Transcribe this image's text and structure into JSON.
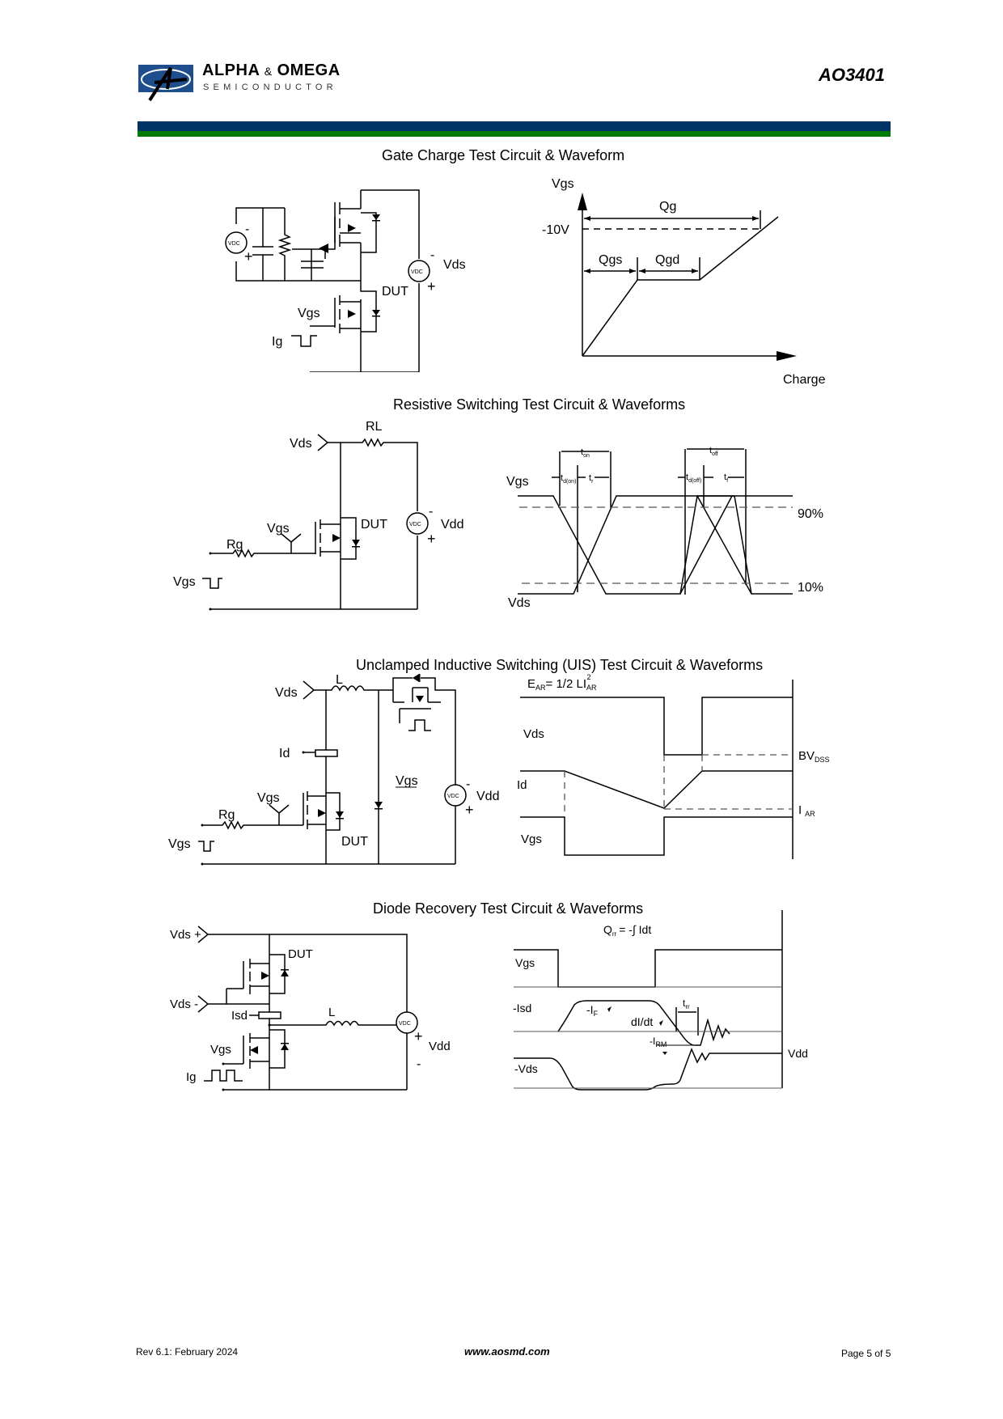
{
  "header": {
    "company_line1": "ALPHA",
    "company_amp": "&",
    "company_line2": "OMEGA",
    "company_sub": "SEMICONDUCTOR",
    "part_number": "AO3401",
    "brand_colors": {
      "blue": "#003366",
      "green": "#007a00",
      "logo_blue": "#1f4e8c"
    }
  },
  "sections": {
    "gate_charge": {
      "title": "Gate Charge Test Circuit & Waveform",
      "circuit": {
        "vdc1": "VDC",
        "minus": "-",
        "plus": "+",
        "vdc2": "VDC",
        "vds": "Vds",
        "dut": "DUT",
        "vgs": "Vgs",
        "ig": "Ig"
      },
      "waveform": {
        "ylabel": "Vgs",
        "xlabel": "Charge",
        "level": "-10V",
        "qg": "Qg",
        "qgs": "Qgs",
        "qgd": "Qgd"
      }
    },
    "resistive": {
      "title": "Resistive Switching Test Circuit & Waveforms",
      "circuit": {
        "rl": "RL",
        "vds": "Vds",
        "dut": "DUT",
        "vgs": "Vgs",
        "rg": "Rg",
        "vdd": "Vdd",
        "vdc": "VDC",
        "minus": "-",
        "plus": "+",
        "vgs_pulse": "Vgs"
      },
      "waveform": {
        "vgs": "Vgs",
        "vds": "Vds",
        "ton": "t",
        "ton_sub": "on",
        "toff": "t",
        "toff_sub": "off",
        "tdon": "t",
        "tdon_sub": "d(on)",
        "tr": "t",
        "tr_sub": "r",
        "tdoff": "t",
        "tdoff_sub": "d(off)",
        "tf": "t",
        "tf_sub": "f",
        "p90": "90%",
        "p10": "10%"
      }
    },
    "uis": {
      "title": "Unclamped Inductive Switching (UIS) Test Circuit & Waveforms",
      "circuit": {
        "l": "L",
        "vds": "Vds",
        "id": "Id",
        "vgs": "Vgs",
        "rg": "Rg",
        "dut": "DUT",
        "vgs_bar": "Vgs",
        "vdd": "Vdd",
        "vdc": "VDC",
        "minus": "-",
        "plus": "+",
        "vgs_pulse": "Vgs"
      },
      "waveform": {
        "formula_e": "E",
        "formula_e_sub": "AR",
        "formula_rest": "= 1/2 LI",
        "formula_i_sub": "AR",
        "formula_sup": "2",
        "vds": "Vds",
        "id": "Id",
        "vgs": "Vgs",
        "bvdss": "BV",
        "bvdss_sub": "DSS",
        "iar": "I",
        "iar_sub": "AR"
      }
    },
    "diode": {
      "title": "Diode Recovery Test Circuit & Waveforms",
      "circuit": {
        "vds_plus": "Vds +",
        "vds_minus": "Vds -",
        "dut": "DUT",
        "isd": "Isd",
        "l": "L",
        "vgs": "Vgs",
        "ig": "Ig",
        "vdd": "Vdd",
        "vdc": "VDC",
        "plus": "+",
        "minus": "-"
      },
      "waveform": {
        "qrr": "Q",
        "qrr_sub": "rr",
        "qrr_rest": "= -∫ Idt",
        "vgs": "Vgs",
        "isd": "-Isd",
        "vds": "-Vds",
        "if": "-I",
        "if_sub": "F",
        "didt": "dI/dt",
        "irm": "-I",
        "irm_sub": "RM",
        "trr": "t",
        "trr_sub": "rr",
        "vdd": "Vdd"
      }
    }
  },
  "footer": {
    "revision": "Rev 6.1: February 2024",
    "url": "www.aosmd.com",
    "page": "Page 5 of 5"
  }
}
